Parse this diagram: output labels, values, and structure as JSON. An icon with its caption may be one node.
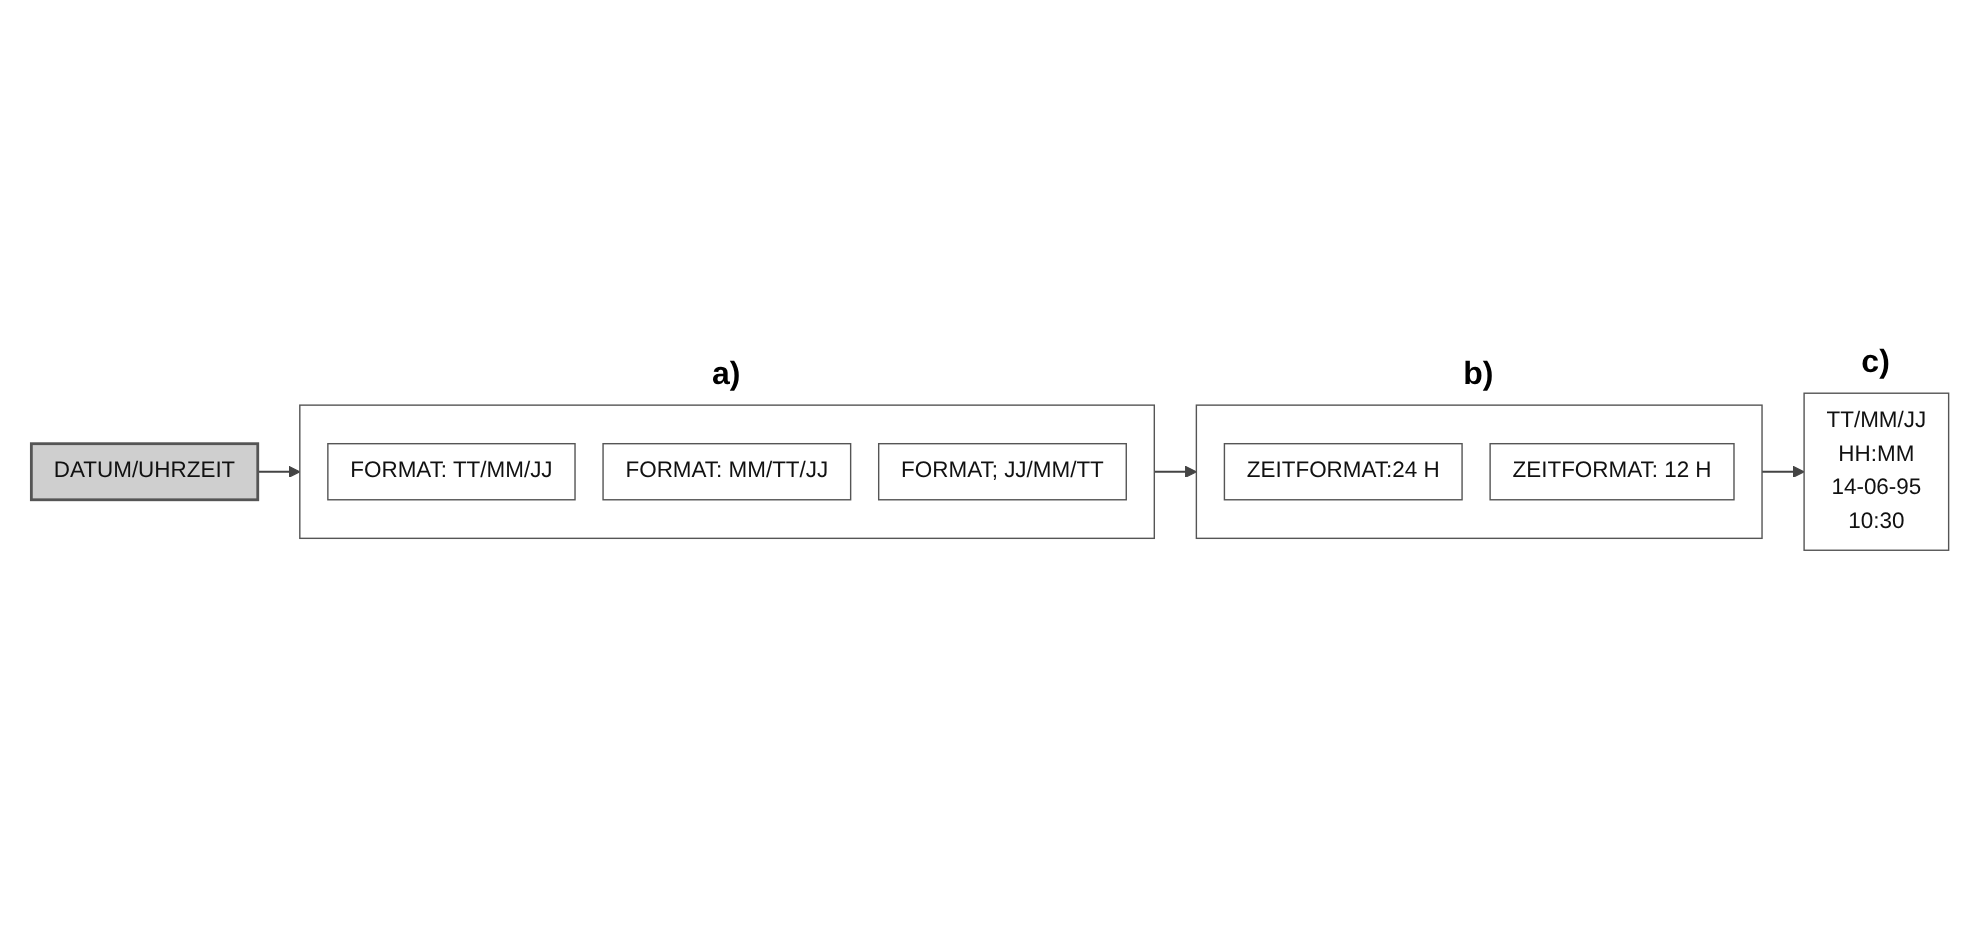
{
  "diagram": {
    "nodes": [
      {
        "text": [
          "DATUM/UHRZEIT"
        ]
      },
      {
        "text": [],
        "shape": "box",
        "beside": [
          "a)"
        ]
      },
      {
        "text": [
          "FORMAT: TT/MM/JJ"
        ],
        "in": 1
      },
      {
        "text": [
          "FORMAT: MM/TT/JJ"
        ],
        "in": 1
      },
      {
        "text": [
          "FORMAT; JJ/MM/TT"
        ],
        "in": 1
      },
      {
        "text": [],
        "shape": "box",
        "beside": [
          "b)"
        ]
      },
      {
        "text": [
          "ZEITFORMAT:24 H"
        ],
        "in": 5
      },
      {
        "text": [
          "ZEITFORMAT: 12 H"
        ],
        "in": 5
      },
      {
        "text": [
          "TT/MM/JJ",
          "HH:MM",
          "14-06-95",
          "10:30"
        ],
        "beside": [
          "c)"
        ]
      }
    ],
    "edges": [
      {
        "from": 0,
        "to": 1,
        "arrow": "to"
      },
      {
        "from": 1,
        "to": 5,
        "arrow": "to"
      },
      {
        "from": 5,
        "to": 8,
        "arrow": "to"
      }
    ]
  }
}
